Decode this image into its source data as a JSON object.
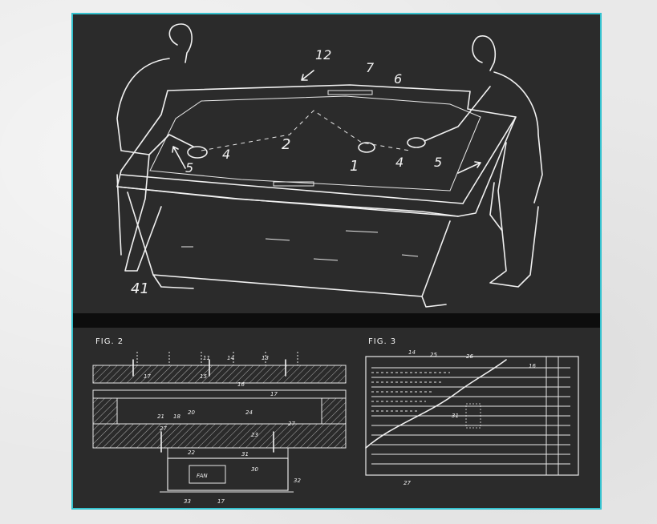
{
  "figure1": {
    "labels": {
      "n12": "12",
      "n7": "7",
      "n6": "6",
      "n2": "2",
      "n1": "1",
      "n4_left": "4",
      "n4_right": "4",
      "n5_left": "5",
      "n5_right": "5",
      "n41": "41"
    }
  },
  "figure2": {
    "title": "FIG. 2",
    "fan_label": "FAN",
    "labels": {
      "n11": "11",
      "n14": "14",
      "n13": "13",
      "n17a": "17",
      "n15": "15",
      "n16": "16",
      "n17b": "17",
      "n21": "21",
      "n18": "18",
      "n20": "20",
      "n24": "24",
      "n27a": "27",
      "n27b": "27",
      "n23": "23",
      "n22": "22",
      "n31": "31",
      "n30": "30",
      "n32": "32",
      "n33": "33",
      "n17c": "17"
    }
  },
  "figure3": {
    "title": "FIG. 3",
    "labels": {
      "n14": "14",
      "n25": "25",
      "n26": "26",
      "n16": "16",
      "n31": "31",
      "n27": "27"
    }
  }
}
